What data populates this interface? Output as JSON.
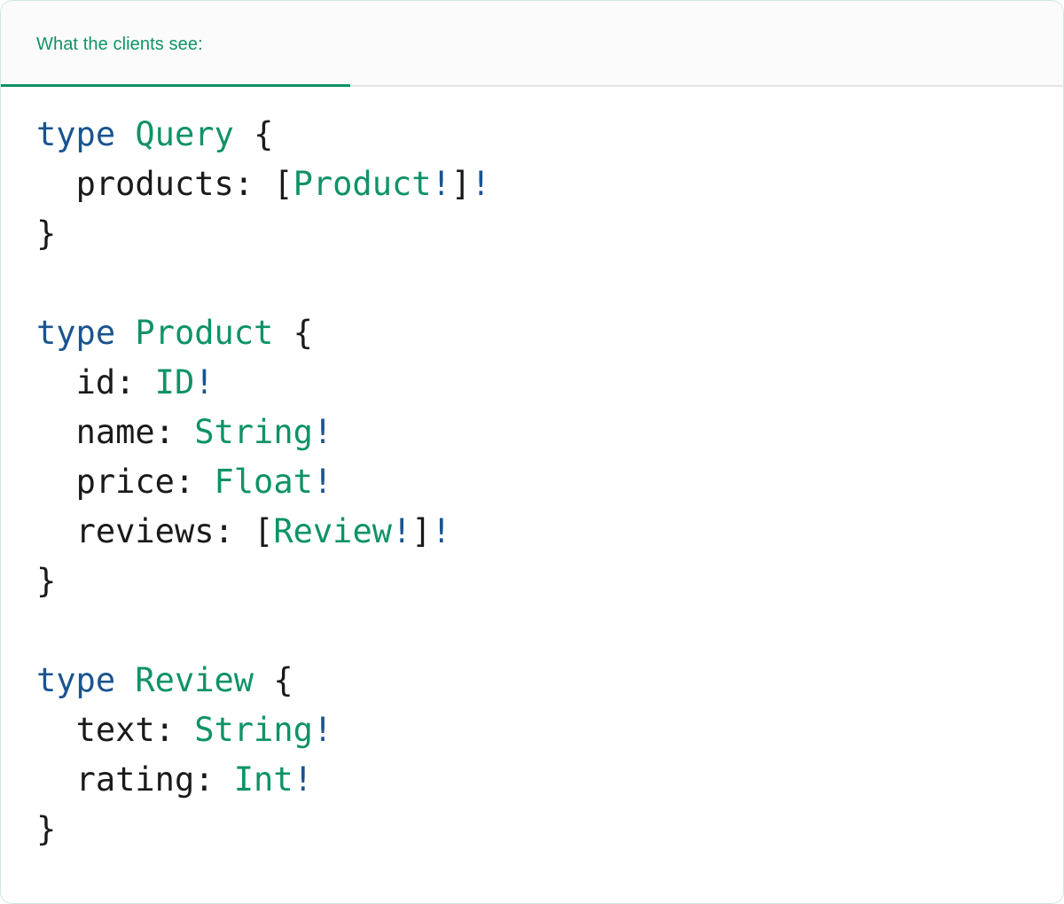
{
  "card": {
    "border_color": "#cde8dc",
    "background": "#ffffff"
  },
  "tabbar": {
    "background": "#fbfbfb",
    "divider_color": "#e4e4e4",
    "tabs": [
      {
        "label": "What the clients see:",
        "active": true,
        "accent_color": "#0f9268"
      }
    ]
  },
  "syntax_colors": {
    "keyword": "#1a5490",
    "type_name": "#0f9268",
    "field_name": "#1a1a1a",
    "punctuation": "#1a1a1a",
    "non_null_bang": "#1a5490"
  },
  "code": {
    "language": "graphql",
    "raw": "type Query {\n  products: [Product!]!\n}\n\ntype Product {\n  id: ID!\n  name: String!\n  price: Float!\n  reviews: [Review!]!\n}\n\ntype Review {\n  text: String!\n  rating: Int!\n}",
    "lines": [
      {
        "indent": 0,
        "tokens": [
          {
            "t": "type",
            "c": "kw"
          },
          {
            "t": " ",
            "c": "plain"
          },
          {
            "t": "Query",
            "c": "type"
          },
          {
            "t": " ",
            "c": "plain"
          },
          {
            "t": "{",
            "c": "punc"
          }
        ]
      },
      {
        "indent": 2,
        "tokens": [
          {
            "t": "products:",
            "c": "field"
          },
          {
            "t": " ",
            "c": "plain"
          },
          {
            "t": "[",
            "c": "punc"
          },
          {
            "t": "Product",
            "c": "type"
          },
          {
            "t": "!",
            "c": "bang"
          },
          {
            "t": "]",
            "c": "punc"
          },
          {
            "t": "!",
            "c": "bang"
          }
        ]
      },
      {
        "indent": 0,
        "tokens": [
          {
            "t": "}",
            "c": "punc"
          }
        ]
      },
      {
        "blank": true
      },
      {
        "indent": 0,
        "tokens": [
          {
            "t": "type",
            "c": "kw"
          },
          {
            "t": " ",
            "c": "plain"
          },
          {
            "t": "Product",
            "c": "type"
          },
          {
            "t": " ",
            "c": "plain"
          },
          {
            "t": "{",
            "c": "punc"
          }
        ]
      },
      {
        "indent": 2,
        "tokens": [
          {
            "t": "id:",
            "c": "field"
          },
          {
            "t": " ",
            "c": "plain"
          },
          {
            "t": "ID",
            "c": "type"
          },
          {
            "t": "!",
            "c": "bang"
          }
        ]
      },
      {
        "indent": 2,
        "tokens": [
          {
            "t": "name:",
            "c": "field"
          },
          {
            "t": " ",
            "c": "plain"
          },
          {
            "t": "String",
            "c": "type"
          },
          {
            "t": "!",
            "c": "bang"
          }
        ]
      },
      {
        "indent": 2,
        "tokens": [
          {
            "t": "price:",
            "c": "field"
          },
          {
            "t": " ",
            "c": "plain"
          },
          {
            "t": "Float",
            "c": "type"
          },
          {
            "t": "!",
            "c": "bang"
          }
        ]
      },
      {
        "indent": 2,
        "tokens": [
          {
            "t": "reviews:",
            "c": "field"
          },
          {
            "t": " ",
            "c": "plain"
          },
          {
            "t": "[",
            "c": "punc"
          },
          {
            "t": "Review",
            "c": "type"
          },
          {
            "t": "!",
            "c": "bang"
          },
          {
            "t": "]",
            "c": "punc"
          },
          {
            "t": "!",
            "c": "bang"
          }
        ]
      },
      {
        "indent": 0,
        "tokens": [
          {
            "t": "}",
            "c": "punc"
          }
        ]
      },
      {
        "blank": true
      },
      {
        "indent": 0,
        "tokens": [
          {
            "t": "type",
            "c": "kw"
          },
          {
            "t": " ",
            "c": "plain"
          },
          {
            "t": "Review",
            "c": "type"
          },
          {
            "t": " ",
            "c": "plain"
          },
          {
            "t": "{",
            "c": "punc"
          }
        ]
      },
      {
        "indent": 2,
        "tokens": [
          {
            "t": "text:",
            "c": "field"
          },
          {
            "t": " ",
            "c": "plain"
          },
          {
            "t": "String",
            "c": "type"
          },
          {
            "t": "!",
            "c": "bang"
          }
        ]
      },
      {
        "indent": 2,
        "tokens": [
          {
            "t": "rating:",
            "c": "field"
          },
          {
            "t": " ",
            "c": "plain"
          },
          {
            "t": "Int",
            "c": "type"
          },
          {
            "t": "!",
            "c": "bang"
          }
        ]
      },
      {
        "indent": 0,
        "tokens": [
          {
            "t": "}",
            "c": "punc"
          }
        ]
      }
    ]
  }
}
